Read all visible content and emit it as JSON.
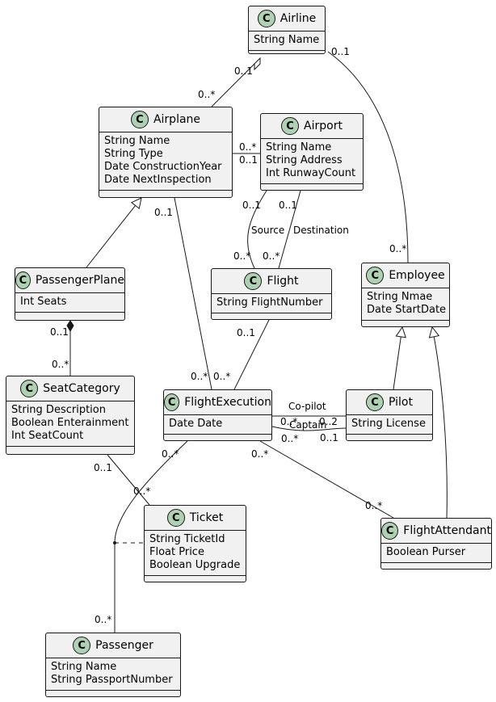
{
  "classes": {
    "airline": {
      "badge": "C",
      "name": "Airline",
      "attrs": [
        "String Name"
      ]
    },
    "airplane": {
      "badge": "C",
      "name": "Airplane",
      "attrs": [
        "String Name",
        "String Type",
        "Date ConstructionYear",
        "Date NextInspection"
      ]
    },
    "airport": {
      "badge": "C",
      "name": "Airport",
      "attrs": [
        "String Name",
        "String Address",
        "Int RunwayCount"
      ]
    },
    "employee": {
      "badge": "C",
      "name": "Employee",
      "attrs": [
        "String Nmae",
        "Date StartDate"
      ]
    },
    "passenger_plane": {
      "badge": "C",
      "name": "PassengerPlane",
      "attrs": [
        "Int Seats"
      ]
    },
    "flight": {
      "badge": "C",
      "name": "Flight",
      "attrs": [
        "String FlightNumber"
      ]
    },
    "seat_category": {
      "badge": "C",
      "name": "SeatCategory",
      "attrs": [
        "String Description",
        "Boolean Enterainment",
        "Int SeatCount"
      ]
    },
    "flight_execution": {
      "badge": "C",
      "name": "FlightExecution",
      "attrs": [
        "Date Date"
      ]
    },
    "pilot": {
      "badge": "C",
      "name": "Pilot",
      "attrs": [
        "String License"
      ]
    },
    "ticket": {
      "badge": "C",
      "name": "Ticket",
      "attrs": [
        "String TicketId",
        "Float Price",
        "Boolean Upgrade"
      ]
    },
    "flight_attendant": {
      "badge": "C",
      "name": "FlightAttendant",
      "attrs": [
        "Boolean Purser"
      ]
    },
    "passenger": {
      "badge": "C",
      "name": "Passenger",
      "attrs": [
        "String Name",
        "String PassportNumber"
      ]
    }
  },
  "labels": {
    "airline_airplane_top": "0..1",
    "airline_airplane_bottom": "0..*",
    "airline_employee_top": "0..1",
    "airline_employee_bottom": "0..*",
    "airplane_airport_left": "0..*",
    "airplane_airport_right": "0..1",
    "airplane_fe_top": "0..1",
    "airport_source_top": "0..1",
    "airport_dest_top": "0..1",
    "source": "Source",
    "destination": "Destination",
    "flight_source_bottom": "0..*",
    "flight_dest_bottom": "0..*",
    "flight_fe_top": "0..1",
    "fe_airplane": "0..*",
    "fe_flight": "0..*",
    "pp_sc_top": "0..1",
    "pp_sc_bottom": "0..*",
    "copilot": "Co-pilot",
    "captain": "Captain",
    "fe_copilot_card": "0..*",
    "fe_captain_card": "0..*",
    "pilot_copilot_card": "0..2",
    "pilot_captain_card": "0..1",
    "sc_ticket_top": "0..1",
    "sc_ticket_bottom": "0..*",
    "fe_passenger_top": "0..*",
    "fe_attendant_top": "0..*",
    "attendant_fe_bottom": "0..*",
    "passenger_top": "0..*"
  }
}
